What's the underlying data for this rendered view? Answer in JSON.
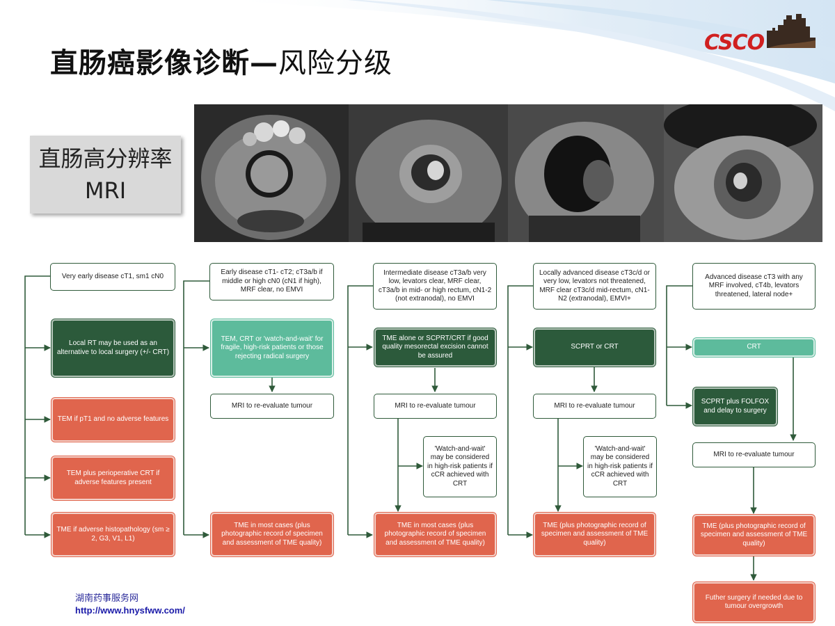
{
  "slide": {
    "title_bold": "直肠癌影像诊断—",
    "title_light": "风险分级",
    "logo_text": "CSCO",
    "mri_label": "直肠高分辨率MRI",
    "source_cn": "湖南药事服务网",
    "source_url": "http://www.hnysfww.com/"
  },
  "colors": {
    "dark_green": "#2c5a3b",
    "teal": "#5dbb9c",
    "salmon": "#e0654d",
    "line": "#2f5a3a"
  },
  "columns": [
    {
      "header": "Very early disease cT1, sm1 cN0",
      "boxes": [
        "Local RT may be used as an alternative to local surgery (+/- CRT)",
        "TEM if pT1 and no adverse features",
        "TEM plus perioperative CRT if adverse features present",
        "TME if adverse histopathology (sm ≥ 2, G3, V1, L1)"
      ]
    },
    {
      "header": "Early disease cT1- cT2; cT3a/b if middle or high cN0 (cN1 if high), MRF clear, no EMVI",
      "boxes": [
        "TEM, CRT or 'watch-and-wait' for fragile, high-risk patients or those rejecting radical surgery",
        "MRI to re-evaluate tumour",
        "TME in most cases (plus photographic record of specimen and assessment of TME quality)"
      ]
    },
    {
      "header": "Intermediate disease cT3a/b very low, levators clear, MRF clear, cT3a/b in mid- or high rectum, cN1-2 (not extranodal), no EMVI",
      "boxes": [
        "TME alone or SCPRT/CRT if good quality mesorectal excision cannot be assured",
        "MRI to re-evaluate tumour",
        "'Watch-and-wait' may be considered in high-risk patients if cCR achieved with CRT",
        "TME in most cases (plus photographic record of specimen and assessment of TME quality)"
      ]
    },
    {
      "header": "Locally advanced disease cT3c/d or very low, levators not threatened, MRF clear cT3c/d mid-rectum, cN1-N2 (extranodal), EMVI+",
      "boxes": [
        "SCPRT or CRT",
        "MRI to re-evaluate tumour",
        "'Watch-and-wait' may be considered in high-risk patients if cCR achieved with CRT",
        "TME (plus photographic record of specimen and assessment of TME quality)"
      ]
    },
    {
      "header": "Advanced disease cT3 with any MRF involved, cT4b, levators threatened, lateral node+",
      "boxes": [
        "CRT",
        "SCPRT plus FOLFOX and delay to surgery",
        "MRI to re-evaluate tumour",
        "TME (plus photographic record of specimen and assessment of TME quality)",
        "Futher surgery if needed due to tumour overgrowth"
      ]
    }
  ]
}
